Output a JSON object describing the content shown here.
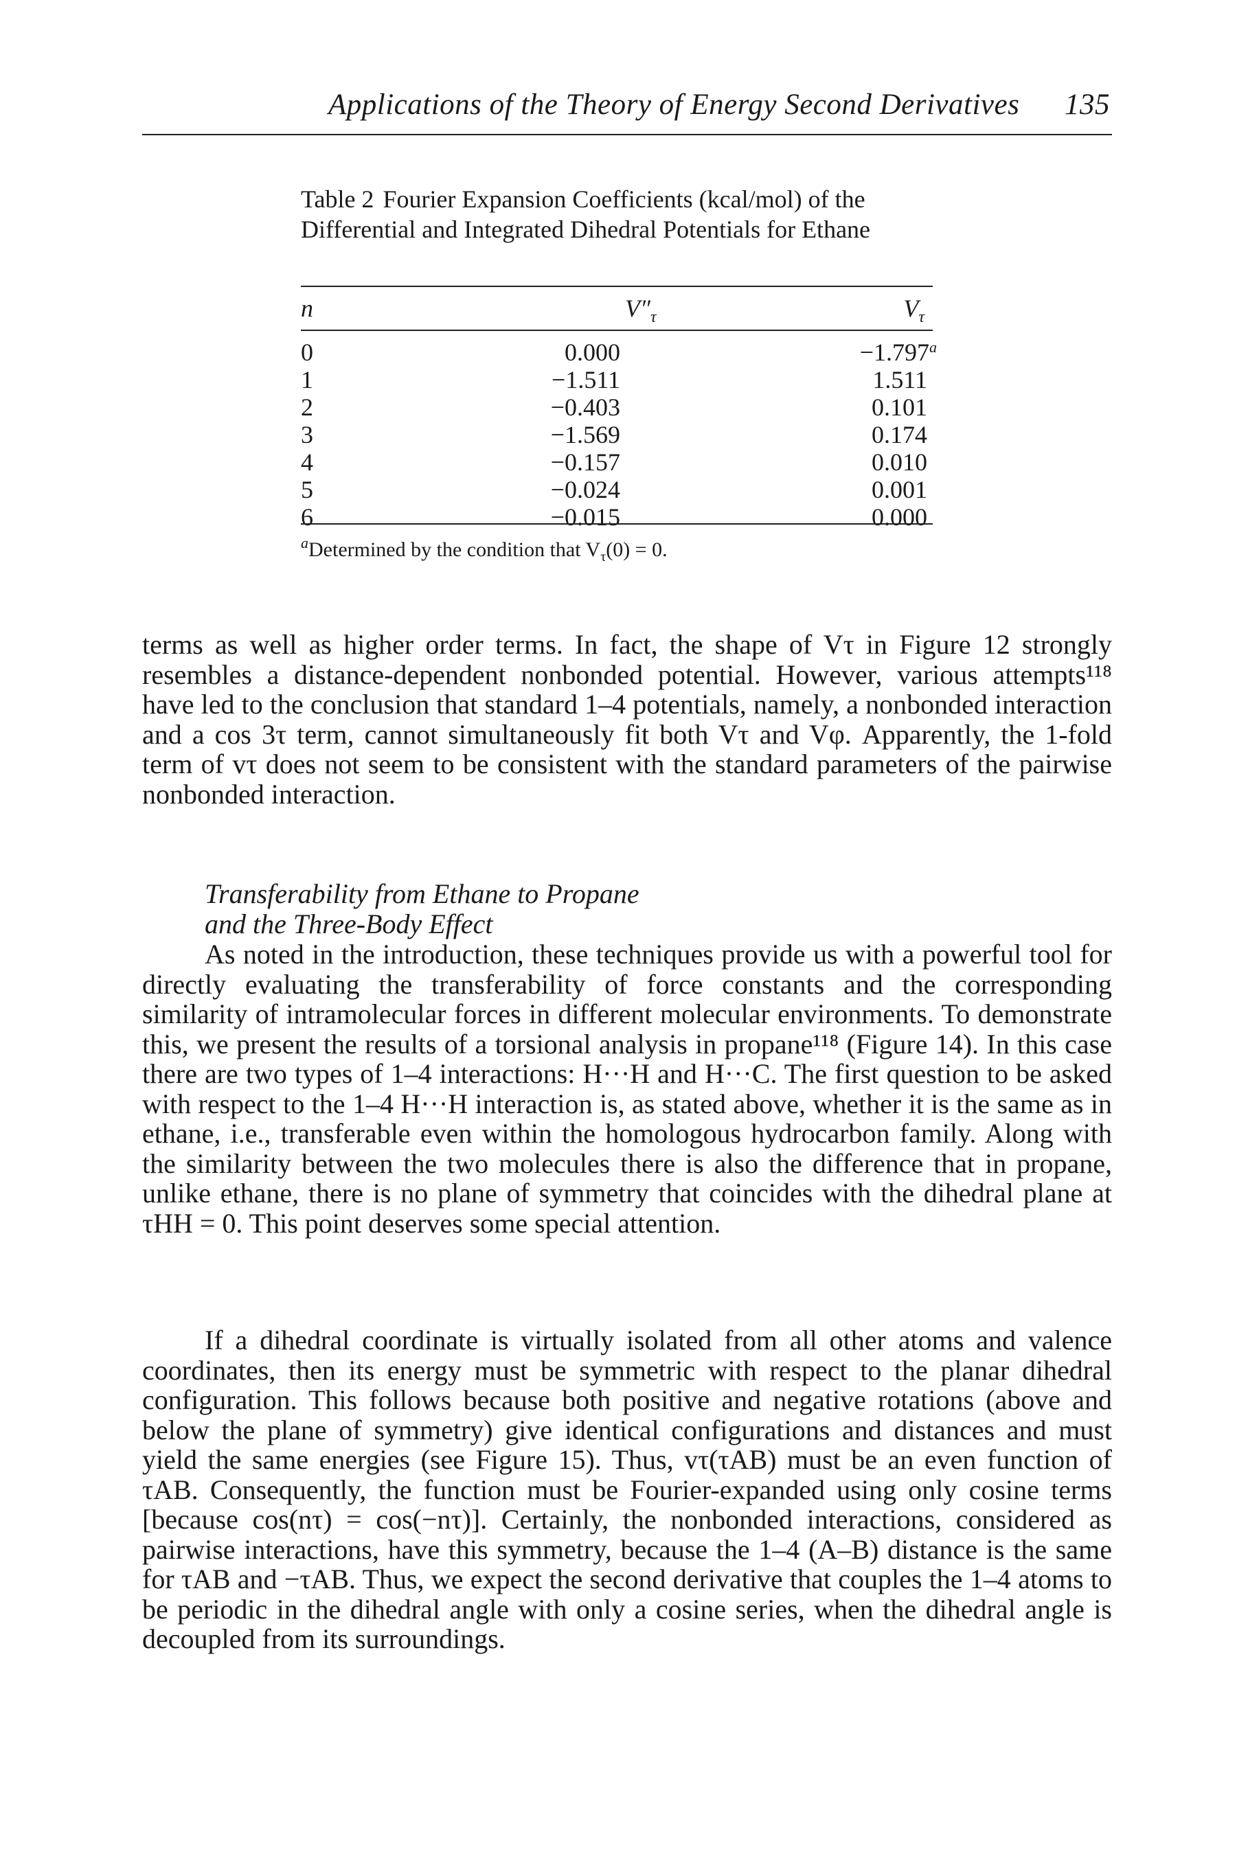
{
  "running_head": {
    "title": "Applications of the Theory of Energy Second Derivatives",
    "page_number": "135"
  },
  "table": {
    "label": "Table 2",
    "caption": "Fourier Expansion Coefficients (kcal/mol) of the Differential and Integrated Dihedral Potentials for Ethane",
    "headers": {
      "n": "n",
      "v2": "V″",
      "v2_sub": "τ",
      "v": "V",
      "v_sub": "τ"
    },
    "rows": [
      {
        "n": "0",
        "v2": "0.000",
        "v": "−1.797",
        "mark": "a"
      },
      {
        "n": "1",
        "v2": "−1.511",
        "v": "1.511",
        "mark": ""
      },
      {
        "n": "2",
        "v2": "−0.403",
        "v": "0.101",
        "mark": ""
      },
      {
        "n": "3",
        "v2": "−1.569",
        "v": "0.174",
        "mark": ""
      },
      {
        "n": "4",
        "v2": "−0.157",
        "v": "0.010",
        "mark": ""
      },
      {
        "n": "5",
        "v2": "−0.024",
        "v": "0.001",
        "mark": ""
      },
      {
        "n": "6",
        "v2": "−0.015",
        "v": "0.000",
        "mark": ""
      }
    ],
    "footnote": {
      "mark": "a",
      "text": "Determined by the condition that V",
      "sub": "τ",
      "tail": "(0) = 0."
    }
  },
  "paragraphs": {
    "p1": "terms as well as higher order terms. In fact, the shape of Vτ in Figure 12 strongly resembles a distance-dependent nonbonded potential. However, various attempts¹¹⁸ have led to the conclusion that standard 1–4 potentials, namely, a nonbonded interaction and a cos 3τ term, cannot simultaneously fit both Vτ and Vφ. Apparently, the 1-fold term of vτ does not seem to be consistent with the standard parameters of the pairwise nonbonded interaction.",
    "subhead_line1": "Transferability from Ethane to Propane",
    "subhead_line2": "and the Three-Body Effect",
    "p2": "As noted in the introduction, these techniques provide us with a powerful tool for directly evaluating the transferability of force constants and the corresponding similarity of intramolecular forces in different molecular environments. To demonstrate this, we present the results of a torsional analysis in propane¹¹⁸ (Figure 14). In this case there are two types of 1–4 interactions: H···H and H···C. The first question to be asked with respect to the 1–4 H···H interaction is, as stated above, whether it is the same as in ethane, i.e., transferable even within the homologous hydrocarbon family. Along with the similarity between the two molecules there is also the difference that in propane, unlike ethane, there is no plane of symmetry that coincides with the dihedral plane at τHH = 0. This point deserves some special attention.",
    "p3": "If a dihedral coordinate is virtually isolated from all other atoms and valence coordinates, then its energy must be symmetric with respect to the planar dihedral configuration. This follows because both positive and negative rotations (above and below the plane of symmetry) give identical configurations and distances and must yield the same energies (see Figure 15). Thus, vτ(τAB) must be an even function of τAB. Consequently, the function must be Fourier-expanded using only cosine terms [because cos(nτ) = cos(−nτ)]. Certainly, the nonbonded interactions, considered as pairwise interactions, have this symmetry, because the 1–4 (A–B) distance is the same for τAB and −τAB. Thus, we expect the second derivative that couples the 1–4 atoms to be periodic in the dihedral angle with only a cosine series, when the dihedral angle is decoupled from its surroundings."
  }
}
